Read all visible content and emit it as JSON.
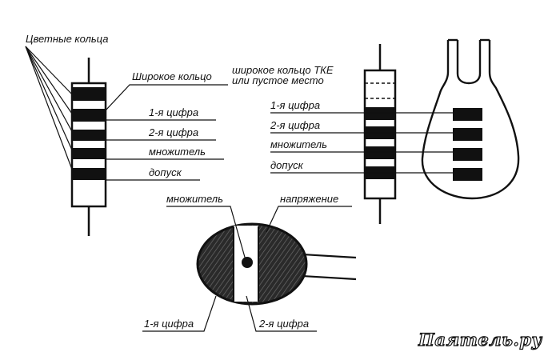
{
  "labels": {
    "color_rings": "Цветные кольца",
    "wide_ring": "Широкое кольцо",
    "left_digit1": "1-я цифра",
    "left_digit2": "2-я цифра",
    "left_multiplier": "множитель",
    "left_tolerance": "допуск",
    "tke_line1": "широкое кольцо ТКЕ",
    "tke_line2": "или пустое место",
    "right_digit1": "1-я цифра",
    "right_digit2": "2-я цифра",
    "right_multiplier": "множитель",
    "right_tolerance": "допуск",
    "bottom_multiplier": "множитель",
    "bottom_voltage": "напряжение",
    "bottom_digit1": "1-я цифра",
    "bottom_digit2": "2-я цифра"
  },
  "watermark": "Паяmeль.ру"
}
